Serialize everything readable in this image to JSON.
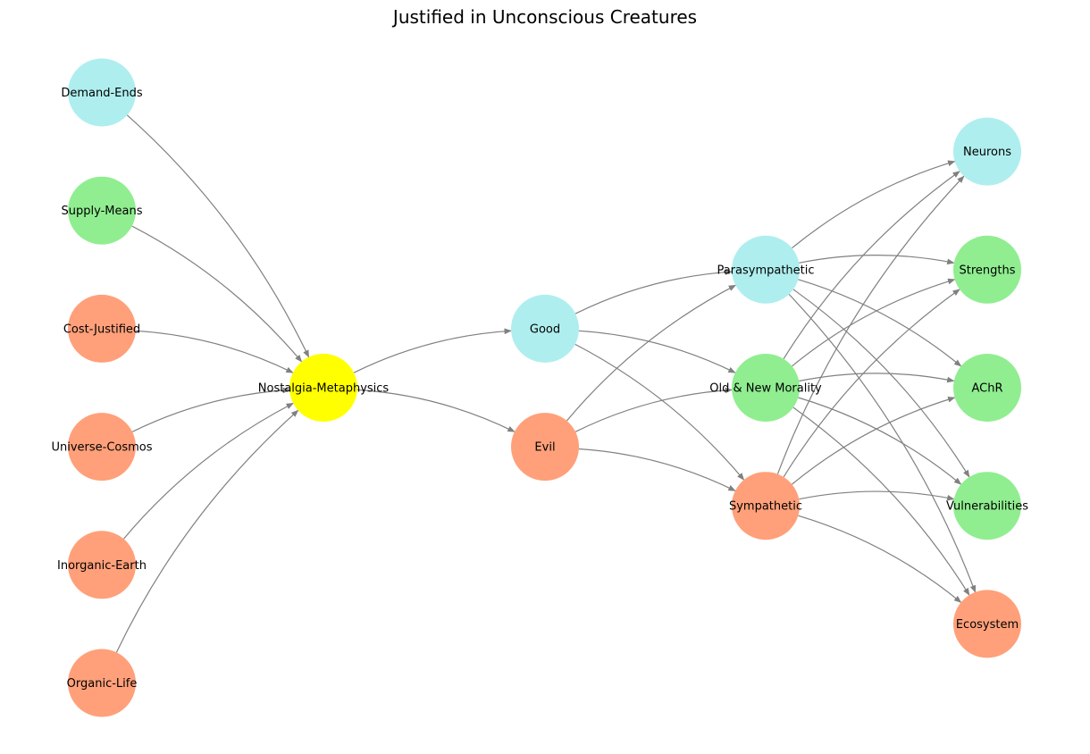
{
  "title": "Justified in Unconscious Creatures",
  "colors": {
    "salmon": "#FFA07A",
    "green": "#90EE90",
    "cyan": "#AFEEEE",
    "yellow": "#FFFF00",
    "edge": "#808080"
  },
  "nodes": [
    {
      "id": "demand",
      "label": "Demand-Ends",
      "color": "cyan",
      "layer": 0
    },
    {
      "id": "supply",
      "label": "Supply-Means",
      "color": "green",
      "layer": 0
    },
    {
      "id": "cost",
      "label": "Cost-Justified",
      "color": "salmon",
      "layer": 0
    },
    {
      "id": "universe",
      "label": "Universe-Cosmos",
      "color": "salmon",
      "layer": 0
    },
    {
      "id": "inorganic",
      "label": "Inorganic-Earth",
      "color": "salmon",
      "layer": 0
    },
    {
      "id": "organic",
      "label": "Organic-Life",
      "color": "salmon",
      "layer": 0
    },
    {
      "id": "nostalgia",
      "label": "Nostalgia-Metaphysics",
      "color": "yellow",
      "layer": 1
    },
    {
      "id": "good",
      "label": "Good",
      "color": "cyan",
      "layer": 2
    },
    {
      "id": "evil",
      "label": "Evil",
      "color": "salmon",
      "layer": 2
    },
    {
      "id": "para",
      "label": "Parasympathetic",
      "color": "cyan",
      "layer": 3
    },
    {
      "id": "oldnew",
      "label": "Old & New Morality",
      "color": "green",
      "layer": 3
    },
    {
      "id": "symp",
      "label": "Sympathetic",
      "color": "salmon",
      "layer": 3
    },
    {
      "id": "neurons",
      "label": "Neurons",
      "color": "cyan",
      "layer": 4
    },
    {
      "id": "strengths",
      "label": "Strengths",
      "color": "green",
      "layer": 4
    },
    {
      "id": "achr",
      "label": "AChR",
      "color": "green",
      "layer": 4
    },
    {
      "id": "vuln",
      "label": "Vulnerabilities",
      "color": "green",
      "layer": 4
    },
    {
      "id": "eco",
      "label": "Ecosystem",
      "color": "salmon",
      "layer": 4
    }
  ],
  "edges": [
    [
      "demand",
      "nostalgia"
    ],
    [
      "supply",
      "nostalgia"
    ],
    [
      "cost",
      "nostalgia"
    ],
    [
      "universe",
      "nostalgia"
    ],
    [
      "inorganic",
      "nostalgia"
    ],
    [
      "organic",
      "nostalgia"
    ],
    [
      "nostalgia",
      "good"
    ],
    [
      "nostalgia",
      "evil"
    ],
    [
      "good",
      "para"
    ],
    [
      "good",
      "oldnew"
    ],
    [
      "good",
      "symp"
    ],
    [
      "evil",
      "para"
    ],
    [
      "evil",
      "oldnew"
    ],
    [
      "evil",
      "symp"
    ],
    [
      "para",
      "neurons"
    ],
    [
      "para",
      "strengths"
    ],
    [
      "para",
      "achr"
    ],
    [
      "para",
      "vuln"
    ],
    [
      "para",
      "eco"
    ],
    [
      "oldnew",
      "neurons"
    ],
    [
      "oldnew",
      "strengths"
    ],
    [
      "oldnew",
      "achr"
    ],
    [
      "oldnew",
      "vuln"
    ],
    [
      "oldnew",
      "eco"
    ],
    [
      "symp",
      "neurons"
    ],
    [
      "symp",
      "strengths"
    ],
    [
      "symp",
      "achr"
    ],
    [
      "symp",
      "vuln"
    ],
    [
      "symp",
      "eco"
    ]
  ]
}
